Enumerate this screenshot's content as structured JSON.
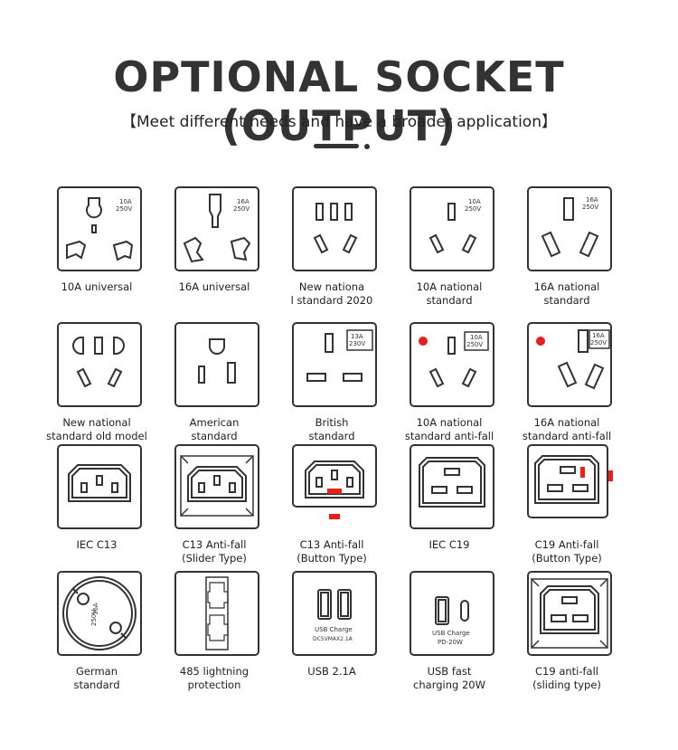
{
  "header": {
    "title": "OPTIONAL SOCKET (OUTPUT)",
    "subtitle": "【Meet different needs and have a broader application】"
  },
  "colors": {
    "accent_red": "#e8201c",
    "stroke": "#333333"
  },
  "sockets": [
    {
      "label": "10A universal",
      "icon": "universal-10a-socket-icon",
      "rating": "10A\n250V"
    },
    {
      "label": "16A universal",
      "icon": "universal-16a-socket-icon",
      "rating": "16A\n250V"
    },
    {
      "label": "New nationa\nl standard 2020",
      "icon": "national-2020-socket-icon"
    },
    {
      "label": "10A national\nstandard",
      "icon": "national-10a-socket-icon",
      "rating": "10A\n250V"
    },
    {
      "label": "16A national\nstandard",
      "icon": "national-16a-socket-icon",
      "rating": "16A\n250V"
    },
    {
      "label": "New national\nstandard old model",
      "icon": "national-old-socket-icon"
    },
    {
      "label": "American\nstandard",
      "icon": "american-socket-icon"
    },
    {
      "label": "British\nstandard",
      "icon": "british-socket-icon",
      "rating": "13A\n230V"
    },
    {
      "label": "10A national\nstandard anti-fall",
      "icon": "national-10a-antifall-icon",
      "rating": "10A\n250V"
    },
    {
      "label": "16A national\nstandard anti-fall",
      "icon": "national-16a-antifall-icon",
      "rating": "16A\n250V"
    },
    {
      "label": "IEC C13",
      "icon": "iec-c13-icon"
    },
    {
      "label": "C13 Anti-fall\n(Slider Type)",
      "icon": "c13-slider-icon"
    },
    {
      "label": "C13 Anti-fall\n(Button Type)",
      "icon": "c13-button-icon"
    },
    {
      "label": "IEC C19",
      "icon": "iec-c19-icon"
    },
    {
      "label": "C19 Anti-fall\n(Button Type)",
      "icon": "c19-button-icon"
    },
    {
      "label": "German\nstandard",
      "icon": "german-socket-icon",
      "rating": "16A\n250V"
    },
    {
      "label": "485 lightning\nprotection",
      "icon": "rj45-ports-icon"
    },
    {
      "label": "USB 2.1A",
      "icon": "usb-21a-icon",
      "text1": "USB Charge",
      "text2": "DC5VMAX2.1A"
    },
    {
      "label": "USB fast\ncharging 20W",
      "icon": "usb-pd-icon",
      "text1": "USB Charge",
      "text2": "PD-20W"
    },
    {
      "label": "C19 anti-fall\n(sliding type)",
      "icon": "c19-slider-icon"
    }
  ]
}
